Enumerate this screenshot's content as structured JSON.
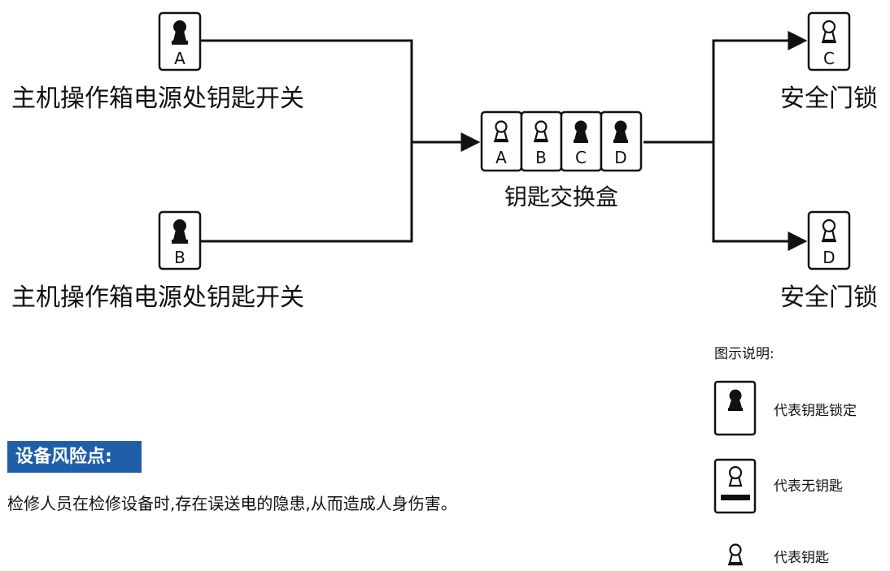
{
  "switch_a": {
    "label": "主机操作箱电源处钥匙开关",
    "letter": "A"
  },
  "switch_b": {
    "label": "主机操作箱电源处钥匙开关",
    "letter": "B"
  },
  "exchange_box": {
    "label": "钥匙交换盒",
    "slots": [
      "A",
      "B",
      "C",
      "D"
    ]
  },
  "lock_c": {
    "label": "安全门锁",
    "letter": "C"
  },
  "lock_d": {
    "label": "安全门锁",
    "letter": "D"
  },
  "legend": {
    "title": "图示说明:",
    "items": [
      {
        "icon": "locked-key-icon",
        "text": "代表钥匙锁定"
      },
      {
        "icon": "no-key-icon",
        "text": "代表无钥匙"
      },
      {
        "icon": "key-icon",
        "text": "代表钥匙"
      }
    ]
  },
  "risk": {
    "badge": "设备风险点:",
    "text": "检修人员在检修设备时,存在误送电的隐患,从而造成人身伤害。"
  },
  "colors": {
    "line": "#111111",
    "badge_bg": "#1f5fa8"
  }
}
